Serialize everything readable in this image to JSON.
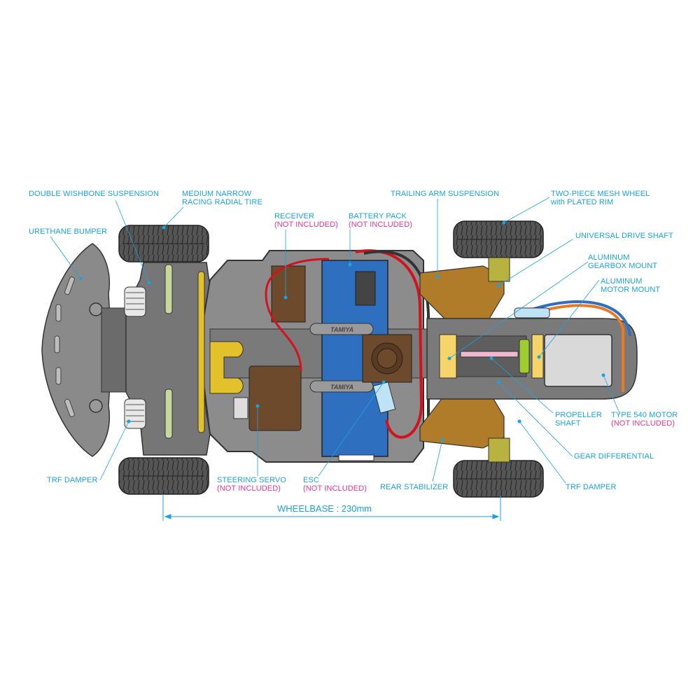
{
  "colors": {
    "label": "#1aa3e0",
    "not_included": "#e8358f",
    "chassis": "#7d7d7d",
    "tire": "#4a4a4a",
    "battery": "#2f6fc0",
    "electronics_brown": "#6e4a2c",
    "gold": "#e2c12a",
    "bronze": "#b07c2a"
  },
  "labels": {
    "double_wishbone": "DOUBLE WISHBONE SUSPENSION",
    "medium_narrow_1": "MEDIUM NARROW",
    "medium_narrow_2": "RACING RADIAL TIRE",
    "urethane_bumper": "URETHANE BUMPER",
    "receiver": "RECEIVER",
    "battery_pack": "BATTERY PACK",
    "not_included": "(NOT INCLUDED)",
    "trailing_arm": "TRAILING ARM SUSPENSION",
    "two_piece_1": "TWO-PIECE MESH WHEEL",
    "two_piece_2": "with PLATED RIM",
    "universal_drive": "UNIVERSAL DRIVE SHAFT",
    "alu_gearbox_1": "ALUMINUM",
    "alu_gearbox_2": "GEARBOX MOUNT",
    "alu_motor_1": "ALUMINUM",
    "alu_motor_2": "MOTOR MOUNT",
    "propeller_1": "PROPELLER",
    "propeller_2": "SHAFT",
    "type540": "TYPE 540 MOTOR",
    "gear_diff": "GEAR DIFFERENTIAL",
    "trf_damper_rear": "TRF DAMPER",
    "trf_damper_front": "TRF DAMPER",
    "steering_servo": "STEERING SERVO",
    "esc": "ESC",
    "rear_stabilizer": "REAR STABILIZER",
    "wheelbase": "WHEELBASE : 230mm",
    "brand_mark": "TAMIYA"
  }
}
